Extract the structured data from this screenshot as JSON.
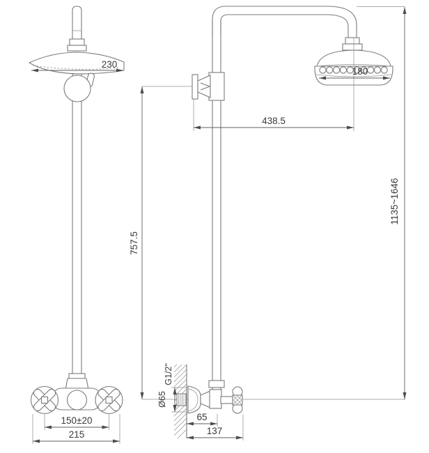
{
  "colors": {
    "background": "#ffffff",
    "line": "#7b7b7b",
    "dimension_line": "#5f5f5f",
    "text": "#3a3a3a"
  },
  "dimensions": {
    "front_head_width": "230",
    "front_handle_spacing": "150±20",
    "front_valve_width": "215",
    "side_head_width": "180",
    "side_reach": "438.5",
    "side_height_range": "1135~1646",
    "side_riser_height": "757.5",
    "side_thread": "G1/2\"",
    "side_flange_diameter": "Ø65",
    "side_wall_to_valve": "65",
    "side_wall_to_handle": "137"
  }
}
